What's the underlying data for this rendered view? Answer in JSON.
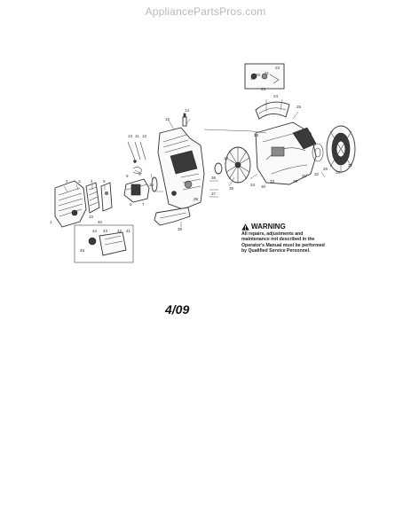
{
  "header": {
    "site": "AppliancePartsPros.com"
  },
  "warning": {
    "title": "WARNING",
    "text": "All repairs, adjustments and maintenance not described in the Operator's Manual must be performed by Qualified Service Personnel."
  },
  "date_code": "4/09",
  "callouts": {
    "c1": "1",
    "c2": "2",
    "c3": "3",
    "c4": "4",
    "c5": "5",
    "c6": "6",
    "c7": "7",
    "c8": "8",
    "c9": "9",
    "c10": "10",
    "c11": "11",
    "c12": "12",
    "c13": "13",
    "c14": "14",
    "c15": "15",
    "c16": "16",
    "c17": "17",
    "c18": "18",
    "c19": "19",
    "c20": "20",
    "c21": "21",
    "c22": "22",
    "c23": "23",
    "c24": "24",
    "c25": "25",
    "c26": "26",
    "c27": "27",
    "c28": "28",
    "c29": "29",
    "c30": "30",
    "c31": "31",
    "c32": "32",
    "c33": "33",
    "c34": "34",
    "c35": "35",
    "c36": "36",
    "c37": "37",
    "c38": "38",
    "c39": "39",
    "c40": "40",
    "c41": "41",
    "c42": "42",
    "c43": "43",
    "c44": "44",
    "c45": "45"
  },
  "icons": {
    "warning": "warning-triangle-icon"
  }
}
